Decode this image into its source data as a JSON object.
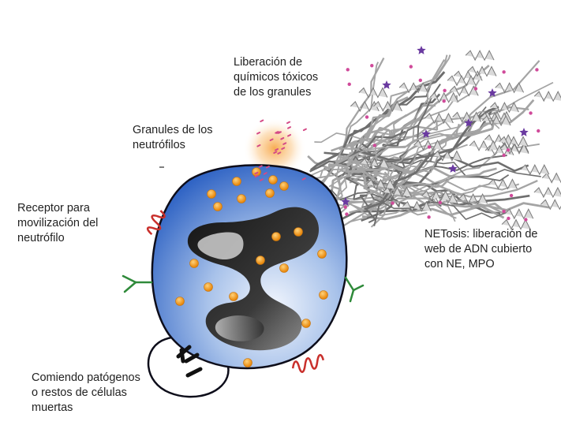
{
  "labels": {
    "chem_release": [
      "Liberación de",
      "químicos tóxicos",
      "de los granules"
    ],
    "granules": [
      "Granules de los",
      "neutrófilos"
    ],
    "receptor": [
      "Receptor para",
      "movilización del",
      "neutrófilo"
    ],
    "netosis": [
      "NETosis: liberación de",
      "web de ADN cubierto",
      "con NE, MPO"
    ],
    "eating": [
      "Comiendo patógenos",
      "o restos de células",
      "muertas"
    ]
  },
  "colors": {
    "cell_fill_light": "#e8f0fb",
    "cell_fill_dark": "#2f63c4",
    "cell_outline": "#0d0d1a",
    "granule": "#f5a019",
    "nucleus": "#2a2a2a",
    "receptor_red": "#c9302c",
    "receptor_green": "#2f8a3a",
    "dna_strand": "#8a8a8a",
    "dna_dot_pink": "#d04a9a",
    "dna_star_purple": "#6a3aa0",
    "glow": "#f7a84a",
    "chem_dots": "#d44a86"
  }
}
